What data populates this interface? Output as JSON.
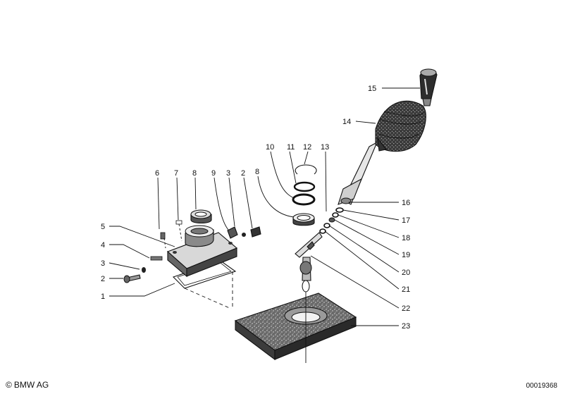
{
  "callouts": [
    "1",
    "2",
    "3",
    "4",
    "5",
    "6",
    "7",
    "8",
    "9",
    "3",
    "2",
    "8",
    "10",
    "11",
    "12",
    "13",
    "14",
    "15",
    "16",
    "17",
    "18",
    "19",
    "20",
    "21",
    "22",
    "23"
  ],
  "footer": {
    "copyright_symbol": "©",
    "brand": "BMW AG",
    "image_number": "00019368"
  }
}
